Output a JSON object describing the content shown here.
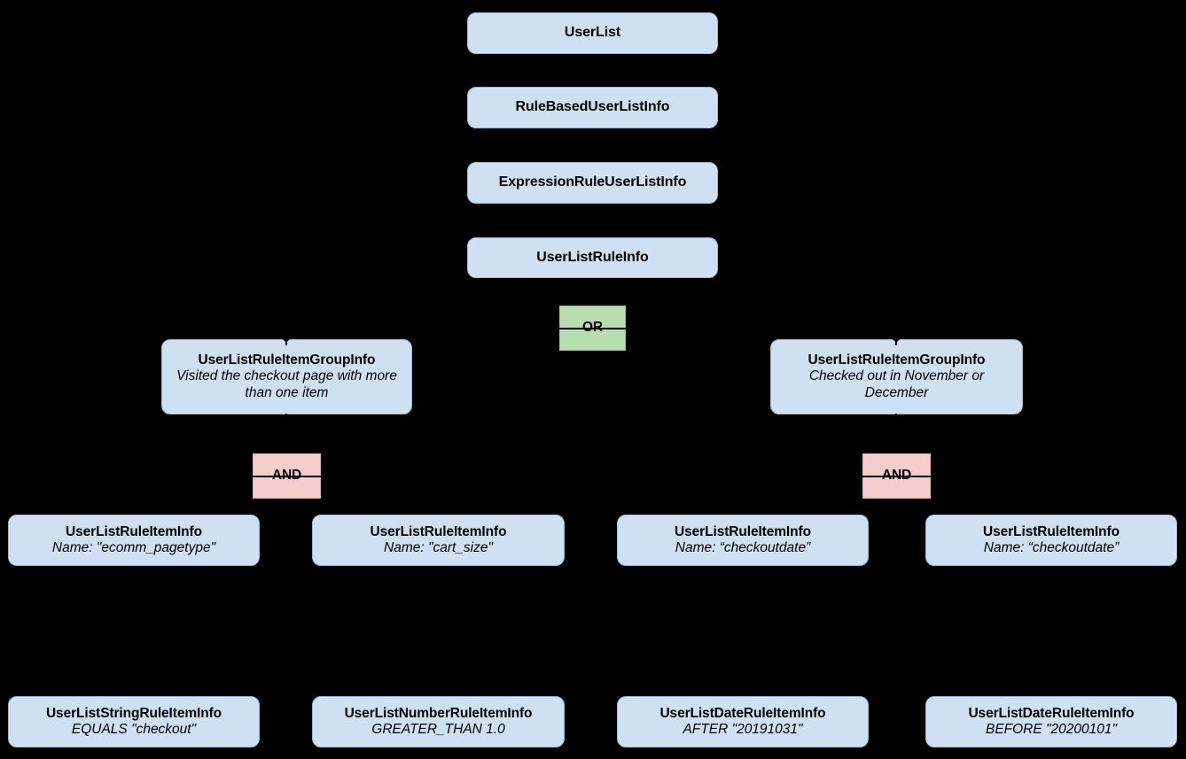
{
  "diagram": {
    "kind": "entity-hierarchy",
    "background_color": "#000000",
    "box_fill_color": "#cfe0f2",
    "box_border_color": "#9bb8d4",
    "or_fill_color": "#b8ddb0",
    "and_fill_color": "#f6cdcd",
    "text_color": "#000000"
  },
  "chain": [
    {
      "title": "UserList"
    },
    {
      "title": "RuleBasedUserListInfo"
    },
    {
      "title": "ExpressionRuleUserListInfo"
    },
    {
      "title": "UserListRuleInfo"
    }
  ],
  "operators": {
    "or": {
      "label": "OR"
    },
    "and_left": {
      "label": "AND"
    },
    "and_right": {
      "label": "AND"
    }
  },
  "groups": [
    {
      "title": "UserListRuleItemGroupInfo",
      "subtitle": "Visited the checkout page with more than one item"
    },
    {
      "title": "UserListRuleItemGroupInfo",
      "subtitle": "Checked out in November or December"
    }
  ],
  "rule_items": [
    {
      "title": "UserListRuleItemInfo",
      "subtitle": "Name: \"ecomm_pagetype\""
    },
    {
      "title": "UserListRuleItemInfo",
      "subtitle": "Name: \"cart_size\""
    },
    {
      "title": "UserListRuleItemInfo",
      "subtitle": "Name: “checkoutdate”"
    },
    {
      "title": "UserListRuleItemInfo",
      "subtitle": "Name: “checkoutdate”"
    }
  ],
  "leaf_items": [
    {
      "title": "UserListStringRuleItemInfo",
      "subtitle": "EQUALS \"checkout\""
    },
    {
      "title": "UserListNumberRuleItemInfo",
      "subtitle": "GREATER_THAN 1.0"
    },
    {
      "title": "UserListDateRuleItemInfo",
      "subtitle": "AFTER \"20191031\""
    },
    {
      "title": "UserListDateRuleItemInfo",
      "subtitle": "BEFORE \"20200101\""
    }
  ]
}
